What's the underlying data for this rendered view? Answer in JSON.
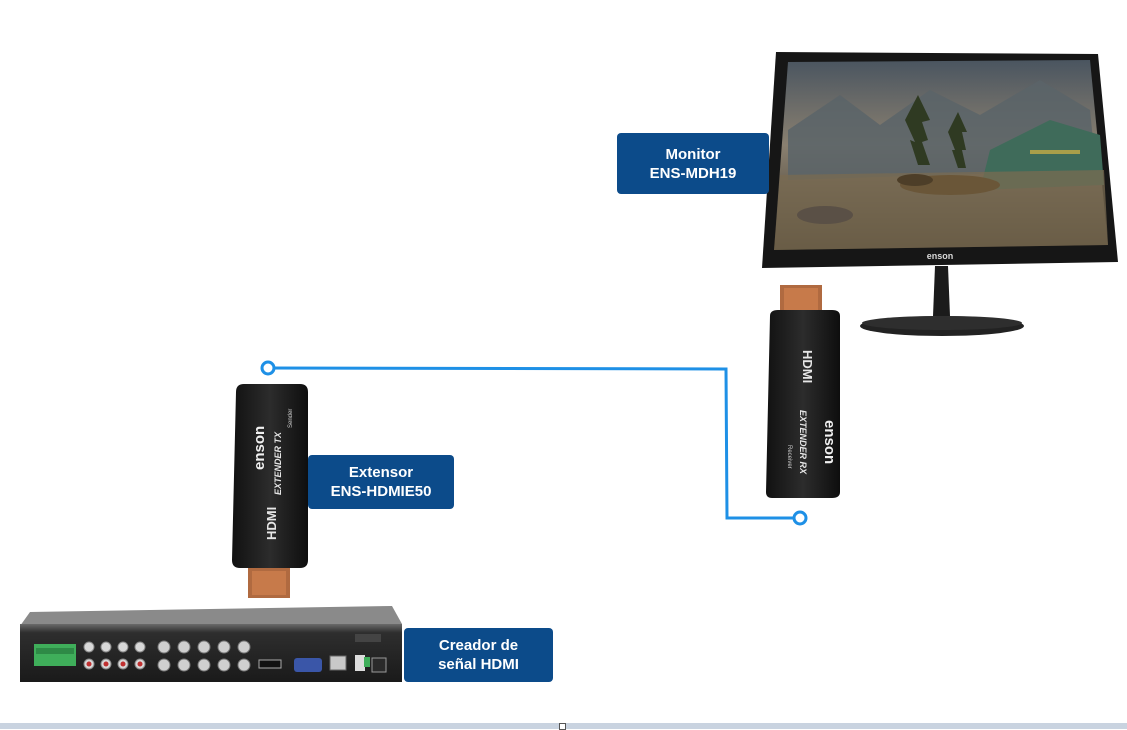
{
  "labels": {
    "monitor": {
      "line1": "Monitor",
      "line2": "ENS-MDH19"
    },
    "extensor": {
      "line1": "Extensor",
      "line2": "ENS-HDMIE50"
    },
    "creador": {
      "line1": "Creador de",
      "line2": "señal HDMI"
    }
  },
  "devices": {
    "monitor_logo": "enson",
    "tx_logo": "enson",
    "tx_hdmi": "HDMI",
    "tx_text": "EXTENDER TX",
    "tx_sub": "Sender",
    "rx_logo": "enson",
    "rx_hdmi": "HDMI",
    "rx_text": "EXTENDER RX",
    "rx_sub": "Receiver"
  },
  "colors": {
    "label_bg": "#0c4b8a",
    "cable": "#1e90e6",
    "device_dark": "#1c1c1c"
  }
}
